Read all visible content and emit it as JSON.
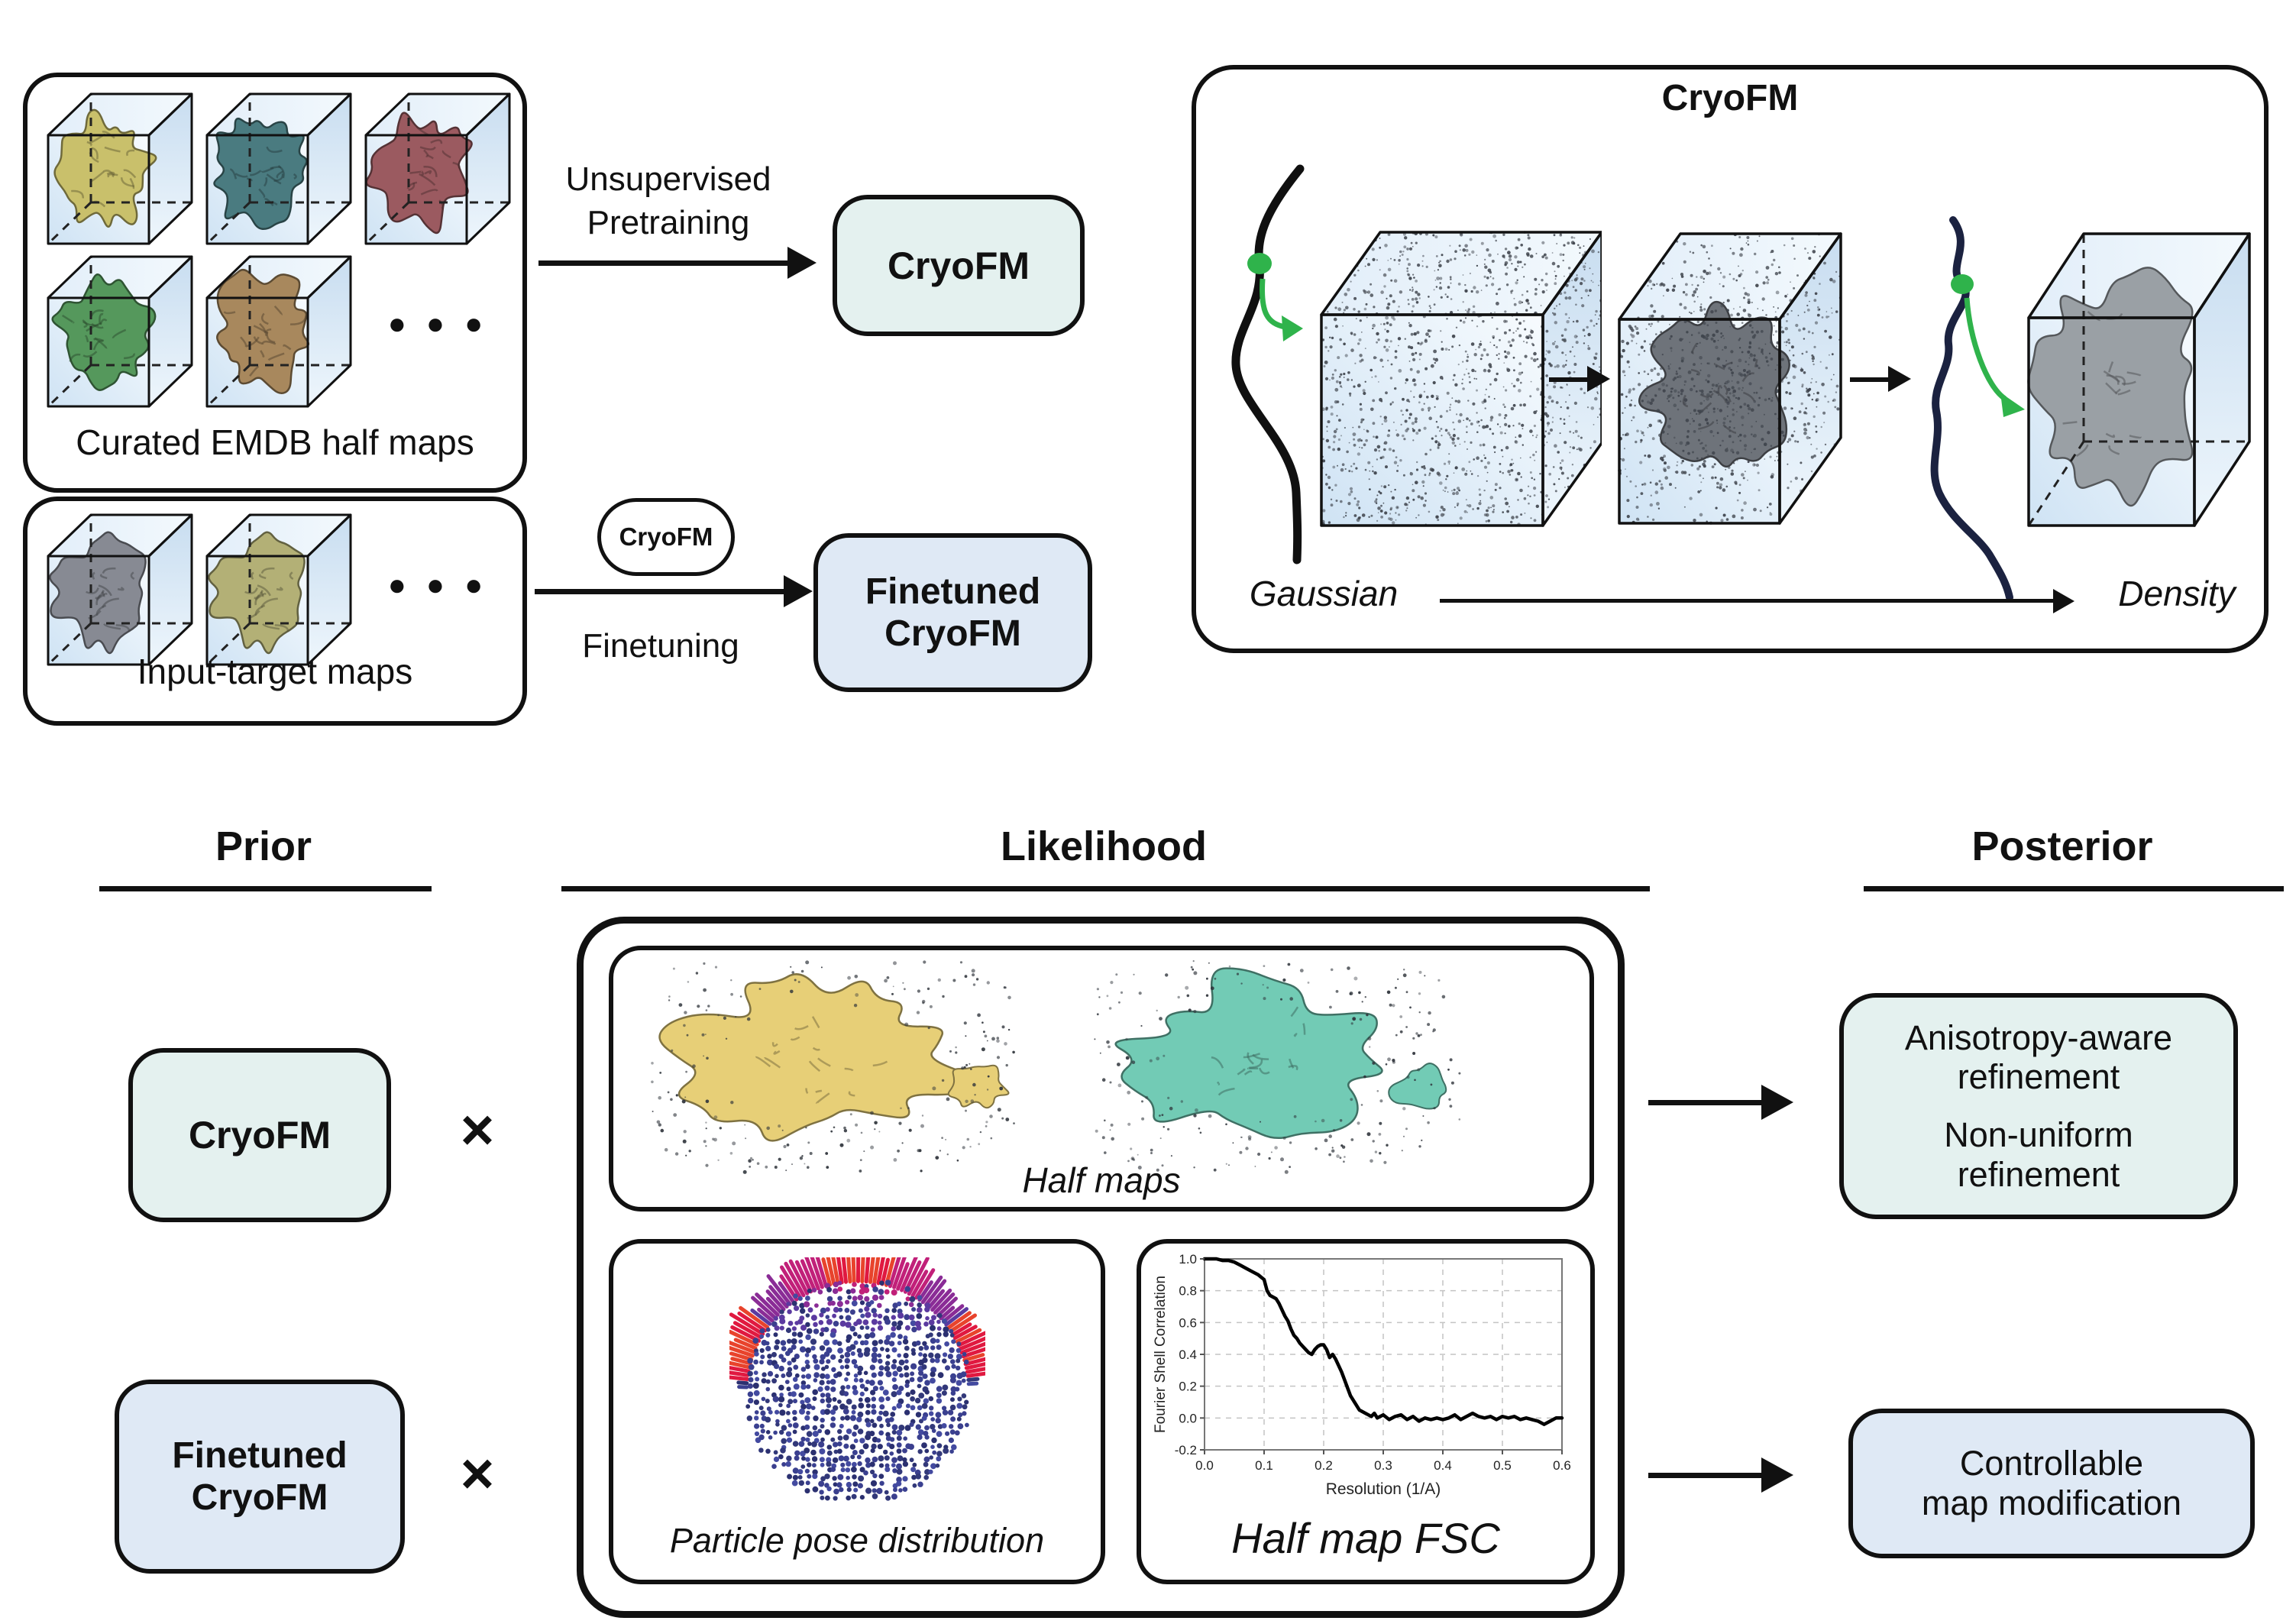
{
  "figure": {
    "emdb_panel": {
      "label": "Curated EMDB half maps",
      "ellipsis": "●●●"
    },
    "pretrain": {
      "line1": "Unsupervised",
      "line2": "Pretraining"
    },
    "cryofm_model": "CryoFM",
    "input_panel": {
      "label": "Input-target maps",
      "ellipsis": "●●●"
    },
    "finetune": {
      "chip": "CryoFM",
      "label": "Finetuning"
    },
    "finetuned_model": {
      "line1": "Finetuned",
      "line2": "CryoFM"
    },
    "diffusion_panel": {
      "title": "CryoFM",
      "start_label": "Gaussian",
      "end_label": "Density"
    },
    "bayes": {
      "prior_header": "Prior",
      "likelihood_header": "Likelihood",
      "posterior_header": "Posterior",
      "prior_model_1": "CryoFM",
      "prior_model_2": {
        "line1": "Finetuned",
        "line2": "CryoFM"
      },
      "times_symbol": "×",
      "half_maps_label": "Half maps",
      "pose_label": "Particle pose distribution",
      "fsc_label": "Half map FSC",
      "posterior_apps_1": {
        "line1": "Anisotropy-aware",
        "line2": "refinement",
        "line3": "Non-uniform",
        "line4": "refinement"
      },
      "posterior_apps_2": {
        "line1": "Controllable",
        "line2": "map modification"
      }
    }
  },
  "chart_data": {
    "type": "line",
    "title": "Half map FSC",
    "xlabel": "Resolution (1/A)",
    "ylabel": "Fourier Shell Correlation",
    "xlim": [
      0.0,
      0.6
    ],
    "ylim": [
      -0.2,
      1.0
    ],
    "xticks": [
      0.0,
      0.1,
      0.2,
      0.3,
      0.4,
      0.5,
      0.6
    ],
    "yticks": [
      -0.2,
      0.0,
      0.2,
      0.4,
      0.6,
      0.8,
      1.0
    ],
    "grid": "dashed",
    "legend": "none",
    "series": [
      {
        "name": "FSC",
        "x": [
          0.0,
          0.01,
          0.02,
          0.03,
          0.04,
          0.05,
          0.06,
          0.07,
          0.08,
          0.09,
          0.1,
          0.105,
          0.11,
          0.115,
          0.12,
          0.125,
          0.13,
          0.135,
          0.14,
          0.145,
          0.15,
          0.155,
          0.16,
          0.165,
          0.17,
          0.175,
          0.18,
          0.185,
          0.19,
          0.195,
          0.2,
          0.205,
          0.21,
          0.215,
          0.22,
          0.225,
          0.23,
          0.235,
          0.24,
          0.245,
          0.25,
          0.255,
          0.26,
          0.265,
          0.27,
          0.275,
          0.28,
          0.285,
          0.29,
          0.3,
          0.31,
          0.32,
          0.33,
          0.34,
          0.35,
          0.36,
          0.37,
          0.38,
          0.39,
          0.4,
          0.41,
          0.42,
          0.43,
          0.44,
          0.45,
          0.46,
          0.47,
          0.48,
          0.49,
          0.5,
          0.51,
          0.52,
          0.53,
          0.54,
          0.55,
          0.56,
          0.57,
          0.58,
          0.59,
          0.6
        ],
        "y": [
          1.0,
          1.0,
          1.0,
          0.99,
          0.99,
          0.98,
          0.96,
          0.94,
          0.92,
          0.9,
          0.87,
          0.8,
          0.77,
          0.76,
          0.75,
          0.72,
          0.68,
          0.64,
          0.61,
          0.56,
          0.52,
          0.5,
          0.47,
          0.45,
          0.43,
          0.41,
          0.4,
          0.43,
          0.45,
          0.46,
          0.46,
          0.43,
          0.38,
          0.4,
          0.37,
          0.33,
          0.29,
          0.24,
          0.19,
          0.14,
          0.11,
          0.08,
          0.05,
          0.04,
          0.03,
          0.02,
          0.01,
          0.03,
          0.0,
          0.02,
          -0.01,
          0.01,
          0.02,
          -0.01,
          0.01,
          -0.02,
          0.0,
          -0.01,
          0.0,
          -0.01,
          0.0,
          0.02,
          -0.01,
          0.01,
          0.03,
          0.01,
          0.0,
          0.01,
          -0.01,
          0.01,
          0.0,
          0.01,
          -0.01,
          0.0,
          -0.01,
          -0.02,
          -0.04,
          -0.02,
          0.0,
          0.0
        ]
      }
    ]
  },
  "colors": {
    "accent_green": "#2fb34b",
    "gaussian_curve": "#101010",
    "navy_curve": "#1b2240",
    "model_box_fill_teal": "#e4f1ef",
    "model_box_fill_blue": "#dfe9f5",
    "emdb_map_colors": [
      "#c9c06b",
      "#4a7b80",
      "#9b5a60",
      "#55985c",
      "#a8885d"
    ],
    "input_map_colors": [
      "#878a93",
      "#b3b076"
    ],
    "half_map_colors": [
      "#e7cf77",
      "#72cbb5"
    ],
    "clean_map_color": "#9aa0a5",
    "noise_dot_color": "#3f444c",
    "pose_sphere_base": "#3b3f8e",
    "pose_sphere_hot": [
      "#e01940",
      "#e8432c",
      "#c12079",
      "#8a2c96",
      "#5b3aa0"
    ]
  }
}
